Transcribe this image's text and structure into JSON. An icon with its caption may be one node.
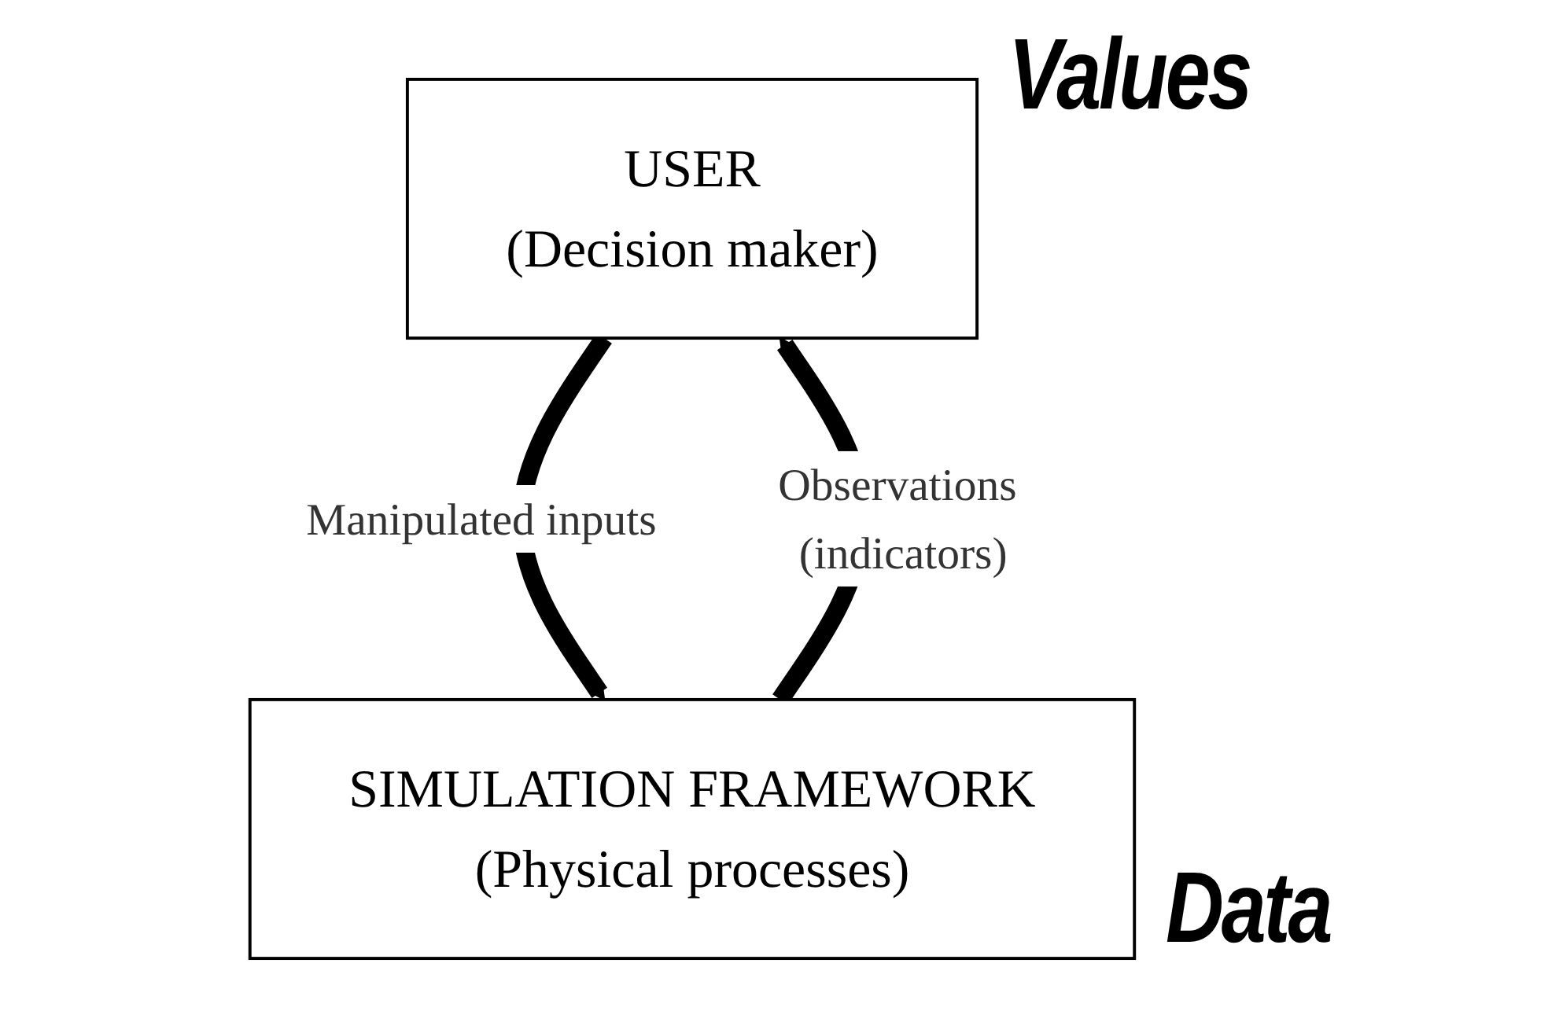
{
  "diagram": {
    "nodes": [
      {
        "text": [
          "USER",
          "(Decision maker)"
        ],
        "beside": [
          "Values"
        ]
      },
      {
        "text": [
          "SIMULATION FRAMEWORK",
          "(Physical processes)"
        ],
        "beside": [
          "Data"
        ]
      }
    ],
    "edges": [
      {
        "from": 0,
        "to": 1,
        "arrow": "to",
        "label": "Manipulated inputs"
      },
      {
        "from": 1,
        "to": 0,
        "arrow": "to",
        "label": "Observations (indicators)"
      }
    ]
  }
}
